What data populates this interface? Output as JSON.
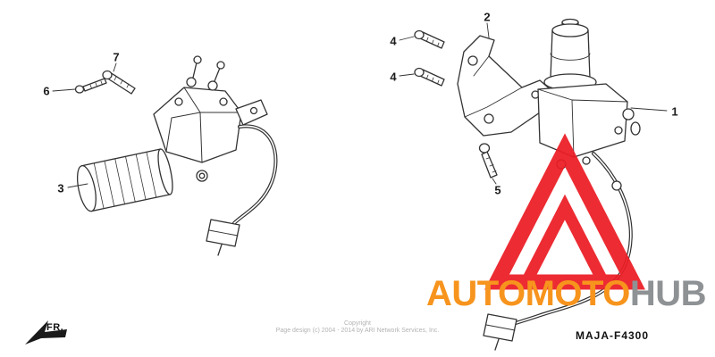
{
  "diagram": {
    "code": "MAJA-F4300",
    "fr_label": "FR.",
    "copyright": {
      "line1": "Copyright",
      "line2": "Page design (c) 2004 - 2014 by ARI Network Services, Inc."
    },
    "callouts": [
      {
        "number": "1"
      },
      {
        "number": "2"
      },
      {
        "number": "3"
      },
      {
        "number": "4"
      },
      {
        "number": "4"
      },
      {
        "number": "5"
      },
      {
        "number": "6"
      },
      {
        "number": "7"
      }
    ]
  },
  "brand": {
    "name_primary": "AUTOMOTO",
    "name_secondary": "HUB",
    "logo_color": "#ec1c24",
    "primary_text_color": "#f7941d",
    "secondary_text_color": "#8f9294"
  },
  "icons": {
    "fr_arrow": "fr-direction-arrow",
    "logo_triangle": "automotohub-triangle-logo"
  }
}
